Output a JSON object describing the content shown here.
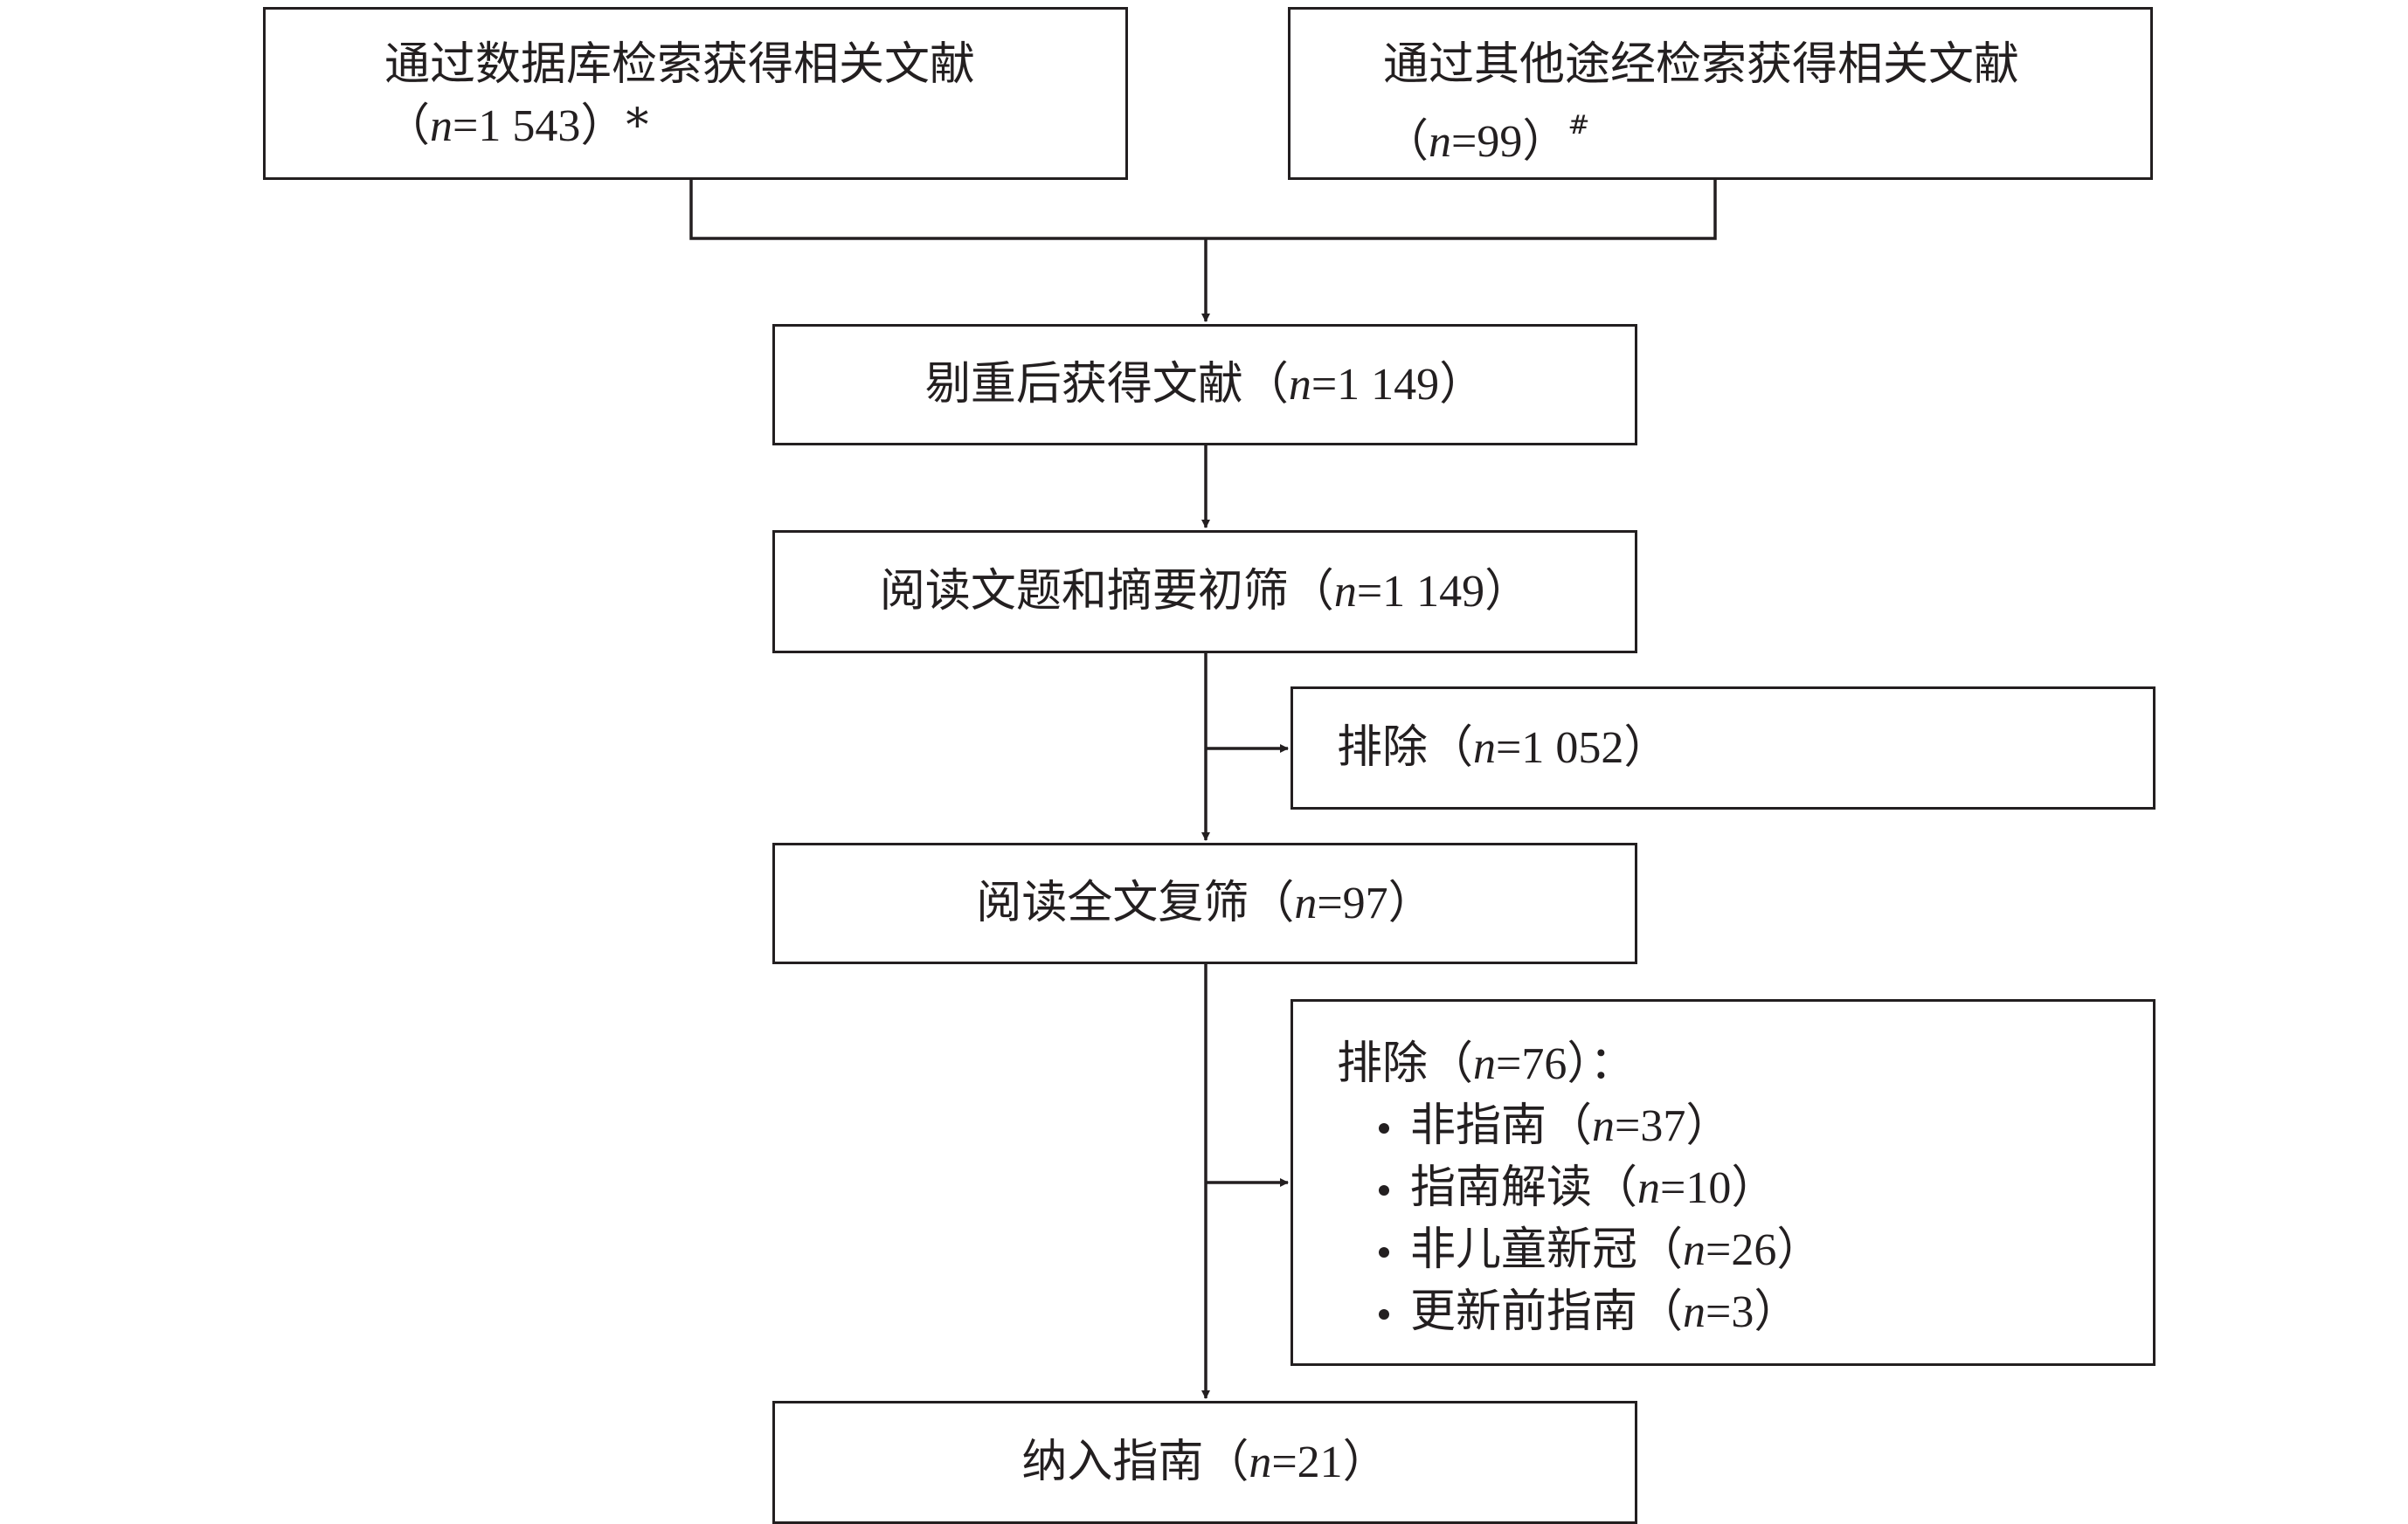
{
  "boxes": {
    "db": {
      "title": "通过数据库检索获得相关文献",
      "count": "1 543",
      "mark": "*"
    },
    "other": {
      "title": "通过其他途经检索获得相关文献",
      "count": "99",
      "mark": "#"
    },
    "dedup": {
      "label": "剔重后获得文献",
      "count": "1 149"
    },
    "title_screen": {
      "label": "阅读文题和摘要初筛",
      "count": "1 149"
    },
    "exclude1": {
      "label": "排除",
      "count": "1 052"
    },
    "full_text": {
      "label": "阅读全文复筛",
      "count": "97"
    },
    "exclude2": {
      "label": "排除",
      "count": "76",
      "items": [
        {
          "label": "非指南",
          "count": "37"
        },
        {
          "label": "指南解读",
          "count": "10"
        },
        {
          "label": "非儿童新冠",
          "count": "26"
        },
        {
          "label": "更新前指南",
          "count": "3"
        }
      ]
    },
    "included": {
      "label": "纳入指南",
      "count": "21"
    }
  },
  "symbols": {
    "var": "n"
  },
  "colors": {
    "line": "#231f20",
    "background": "#ffffff"
  }
}
